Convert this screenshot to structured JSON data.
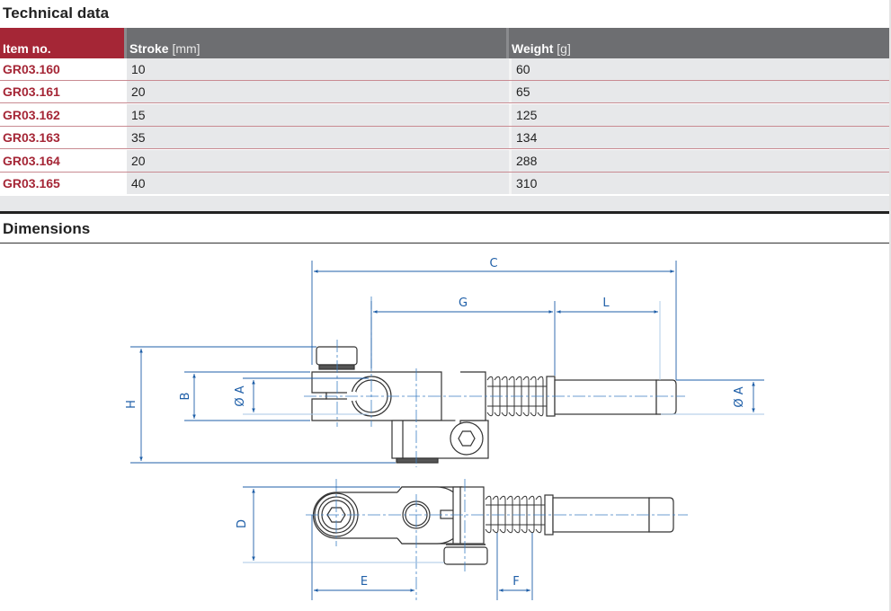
{
  "technical_data": {
    "title": "Technical data",
    "columns": [
      {
        "label": "Item no.",
        "unit": ""
      },
      {
        "label": "Stroke",
        "unit": "[mm]"
      },
      {
        "label": "Weight",
        "unit": "[g]"
      }
    ],
    "rows": [
      {
        "item": "GR03.160",
        "stroke": "10",
        "weight": "60"
      },
      {
        "item": "GR03.161",
        "stroke": "20",
        "weight": "65"
      },
      {
        "item": "GR03.162",
        "stroke": "15",
        "weight": "125"
      },
      {
        "item": "GR03.163",
        "stroke": "35",
        "weight": "134"
      },
      {
        "item": "GR03.164",
        "stroke": "20",
        "weight": "288"
      },
      {
        "item": "GR03.165",
        "stroke": "40",
        "weight": "310"
      }
    ]
  },
  "dimensions": {
    "title": "Dimensions",
    "labels": {
      "C": "C",
      "G": "G",
      "L": "L",
      "H": "H",
      "B": "B",
      "A_left": "Ø A",
      "A_right": "Ø A",
      "D": "D",
      "E": "E",
      "F": "F"
    }
  },
  "colors": {
    "accent": "#a52636",
    "header_gray": "#6d6e71",
    "cell_bg": "#e7e8ea",
    "row_line": "#c98b92",
    "dimension_blue": "#1f5fa8"
  }
}
